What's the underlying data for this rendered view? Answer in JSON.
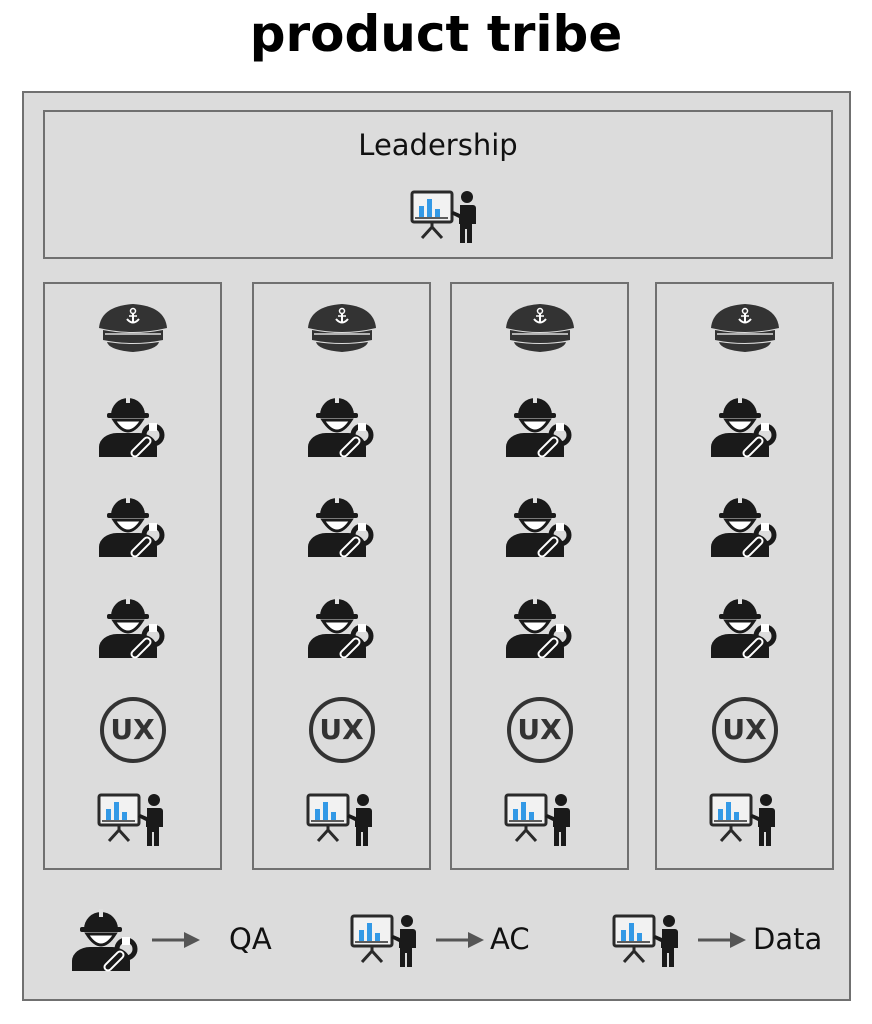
{
  "title": "product tribe",
  "leadership": {
    "label": "Leadership",
    "icon": "presenter-chart-icon"
  },
  "squads": [
    {
      "icons": [
        "captain-hat-icon",
        "engineer-icon",
        "engineer-icon",
        "engineer-icon",
        "ux-badge-icon",
        "presenter-chart-icon"
      ]
    },
    {
      "icons": [
        "captain-hat-icon",
        "engineer-icon",
        "engineer-icon",
        "engineer-icon",
        "ux-badge-icon",
        "presenter-chart-icon"
      ]
    },
    {
      "icons": [
        "captain-hat-icon",
        "engineer-icon",
        "engineer-icon",
        "engineer-icon",
        "ux-badge-icon",
        "presenter-chart-icon"
      ]
    },
    {
      "icons": [
        "captain-hat-icon",
        "engineer-icon",
        "engineer-icon",
        "engineer-icon",
        "ux-badge-icon",
        "presenter-chart-icon"
      ]
    }
  ],
  "ux_badge_text": "UX",
  "legend": [
    {
      "icon": "engineer-icon",
      "label": "QA"
    },
    {
      "icon": "presenter-chart-icon",
      "label": "AC"
    },
    {
      "icon": "presenter-chart-icon",
      "label": "Data"
    }
  ],
  "colors": {
    "background": "#dcdcdc",
    "border": "#707070",
    "icon_dark": "#1a1a1a",
    "chart_blue": "#3399e6"
  }
}
